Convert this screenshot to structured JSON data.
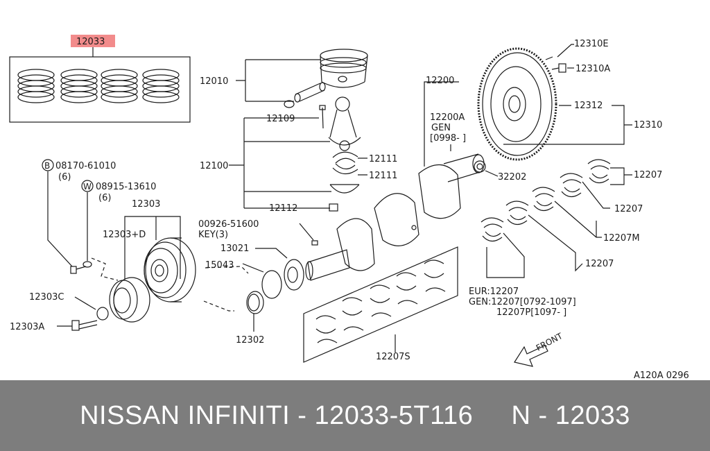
{
  "colors": {
    "highlight": "#f28b8b",
    "line": "#1a1a1a",
    "footer_bg": "#7d7d7d",
    "footer_text": "#ffffff"
  },
  "labels": {
    "p12033": "12033",
    "p12010": "12010",
    "p12109": "12109",
    "p12100": "12100",
    "p12111a": "12111",
    "p12111b": "12111",
    "p12112": "12112",
    "b08170": "08170-61010",
    "b08170_qty": "(6)",
    "b_circle": "B",
    "w08915": "08915-13610",
    "w08915_qty": "(6)",
    "w_circle": "W",
    "p12303": "12303",
    "p12303d": "12303+D",
    "p12303c": "12303C",
    "p12303a": "12303A",
    "p00926": "00926-51600",
    "key3": "KEY(3)",
    "p13021": "13021",
    "p15043": "15043",
    "p12302": "12302",
    "p12200": "12200",
    "p12200a": "12200A",
    "gen1": "GEN",
    "gen1_range": "[0998-  ]",
    "p32202": "32202",
    "p12310e": "12310E",
    "p12310a": "12310A",
    "p12312": "12312",
    "p12310": "12310",
    "p12207a": "12207",
    "p12207b": "12207",
    "p12207m": "12207M",
    "p12207c": "12207",
    "p12207s": "12207S",
    "eur": "EUR:12207",
    "gen2": "GEN:12207[0792-1097]",
    "gen3": "12207P[1097-     ]",
    "front": "FRONT",
    "code": "A120A 0296"
  },
  "footer": {
    "text": "NISSAN INFINITI - 12033-5T116     N - 12033"
  }
}
